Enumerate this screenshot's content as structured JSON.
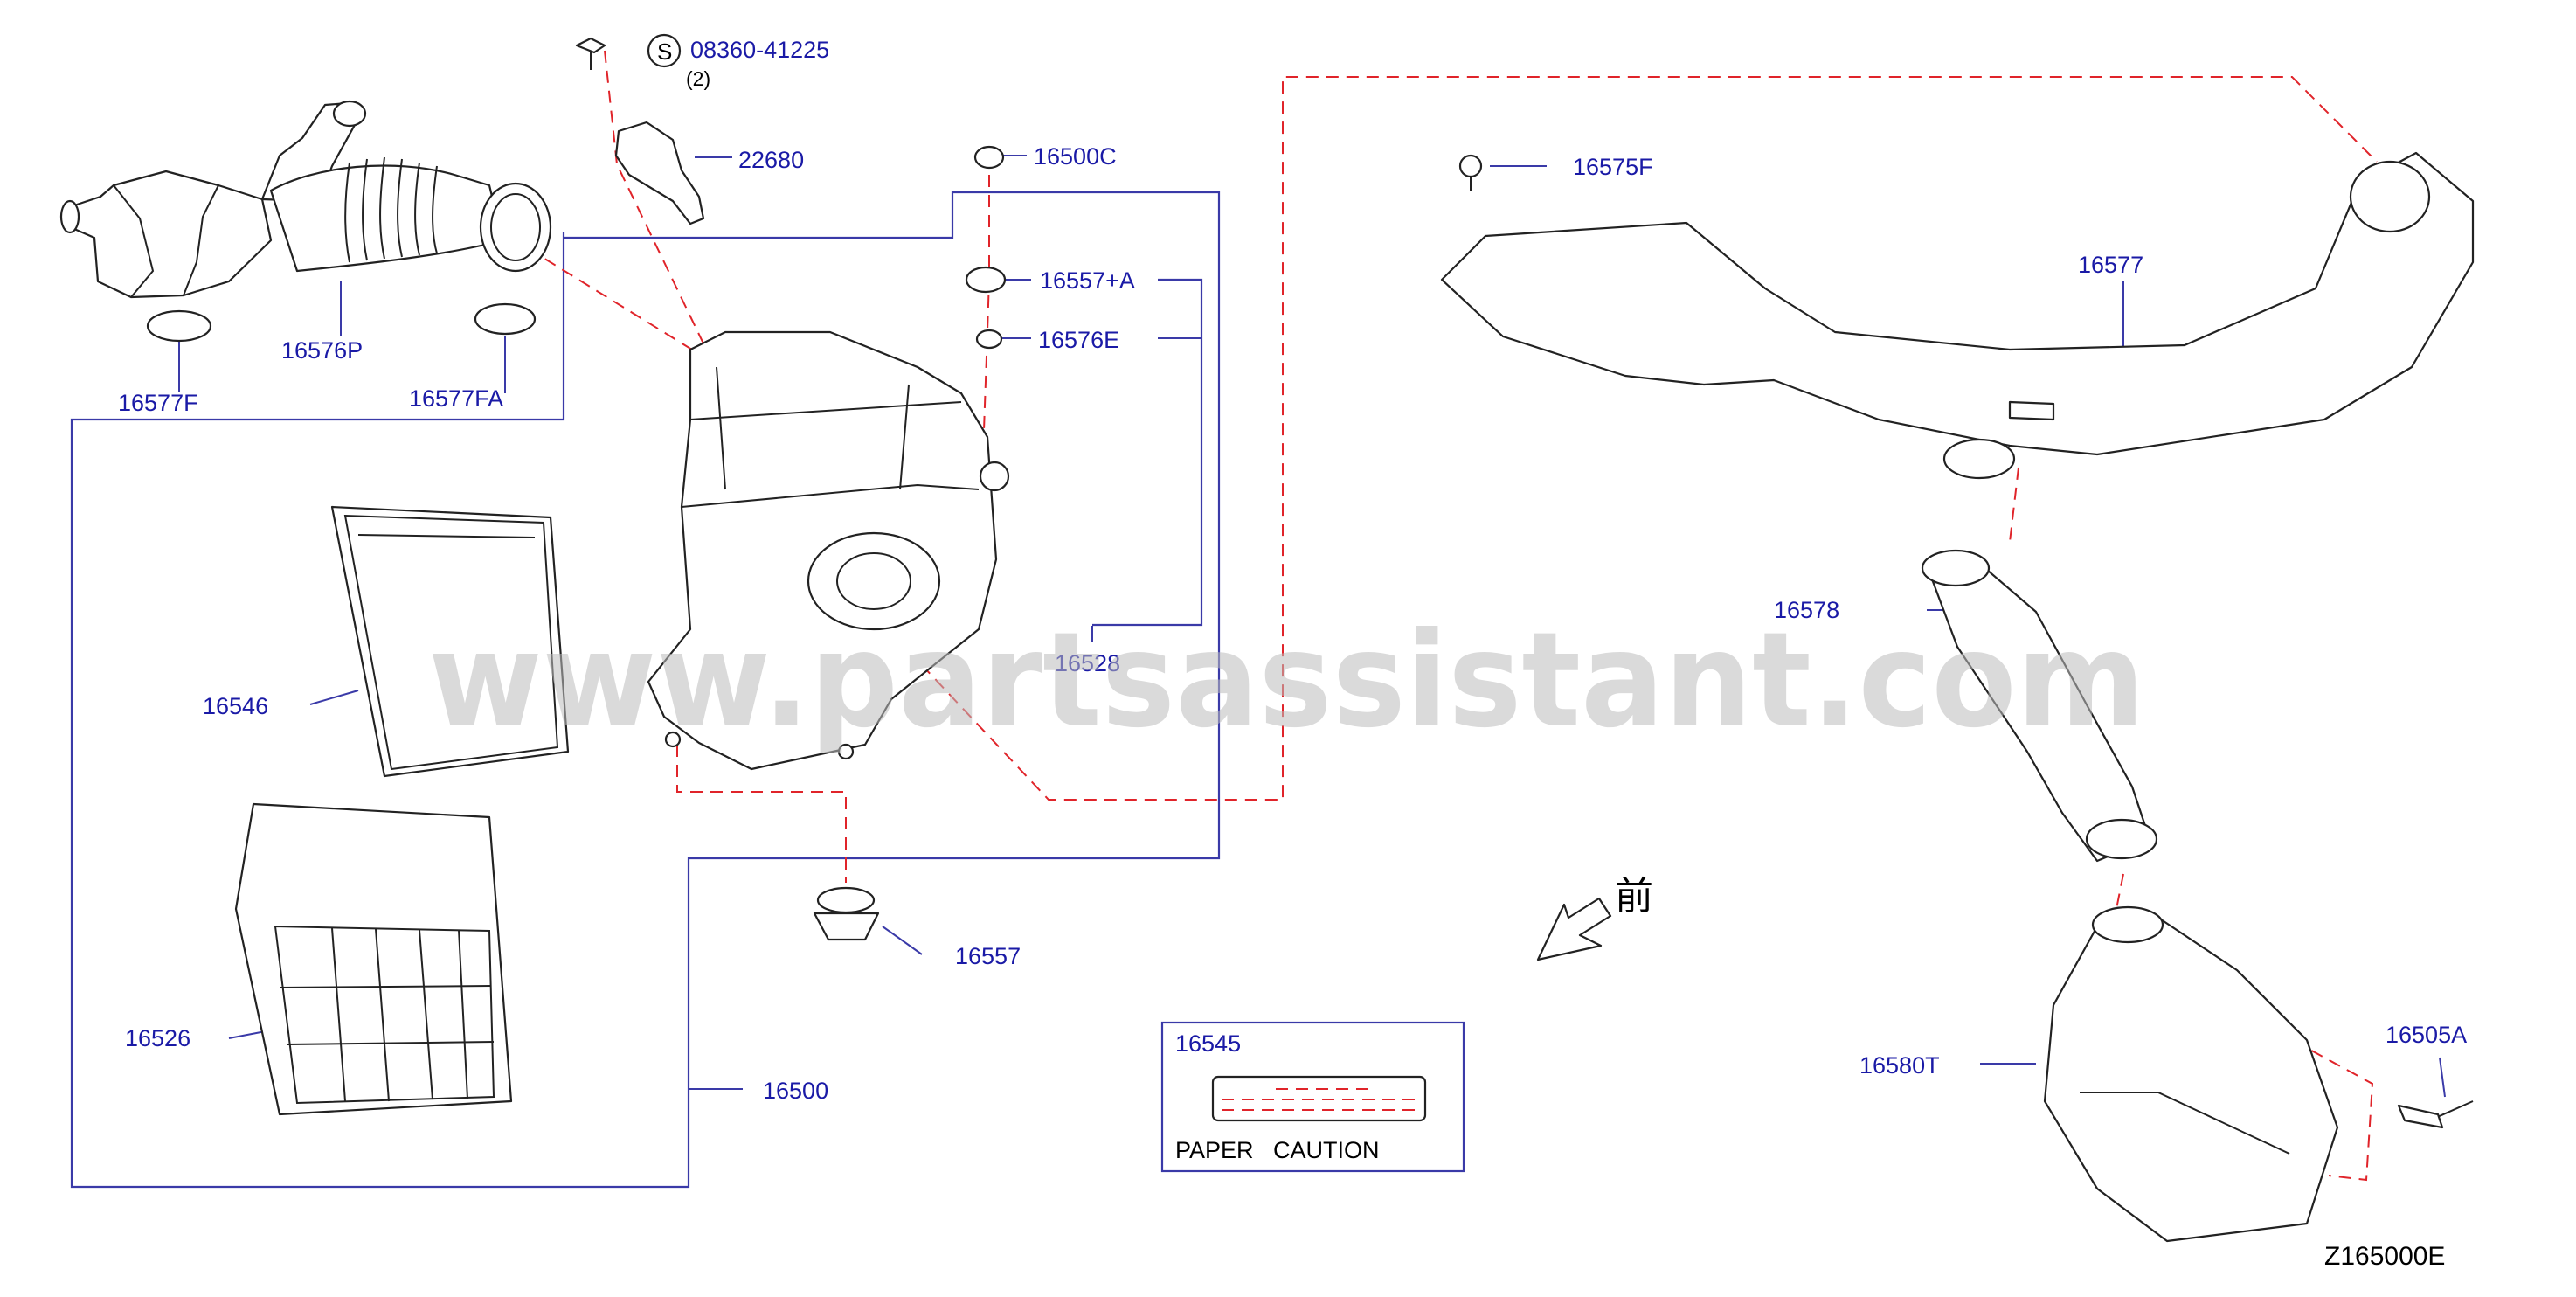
{
  "labels": {
    "screw_part": "08360-41225",
    "screw_qty": "(2)",
    "screw_symbol": "S",
    "p22680": "22680",
    "p16500C": "16500C",
    "p16557A": "16557+A",
    "p16576E": "16576E",
    "p16528": "16528",
    "p16546": "16546",
    "p16526": "16526",
    "p16557": "16557",
    "p16500": "16500",
    "p16576P": "16576P",
    "p16577F": "16577F",
    "p16577FA": "16577FA",
    "p16575F": "16575F",
    "p16577": "16577",
    "p16578": "16578",
    "p16580T": "16580T",
    "p16505A": "16505A"
  },
  "caution_box": {
    "part": "16545",
    "text": "PAPER   CAUTION"
  },
  "front_mark": "前",
  "watermark": "www.partsassistant.com",
  "diagram_id": "Z165000E",
  "colors": {
    "label": "#1a1aa6",
    "frame": "#3a3aa8",
    "dash": "#e0242a",
    "line": "#222222"
  }
}
